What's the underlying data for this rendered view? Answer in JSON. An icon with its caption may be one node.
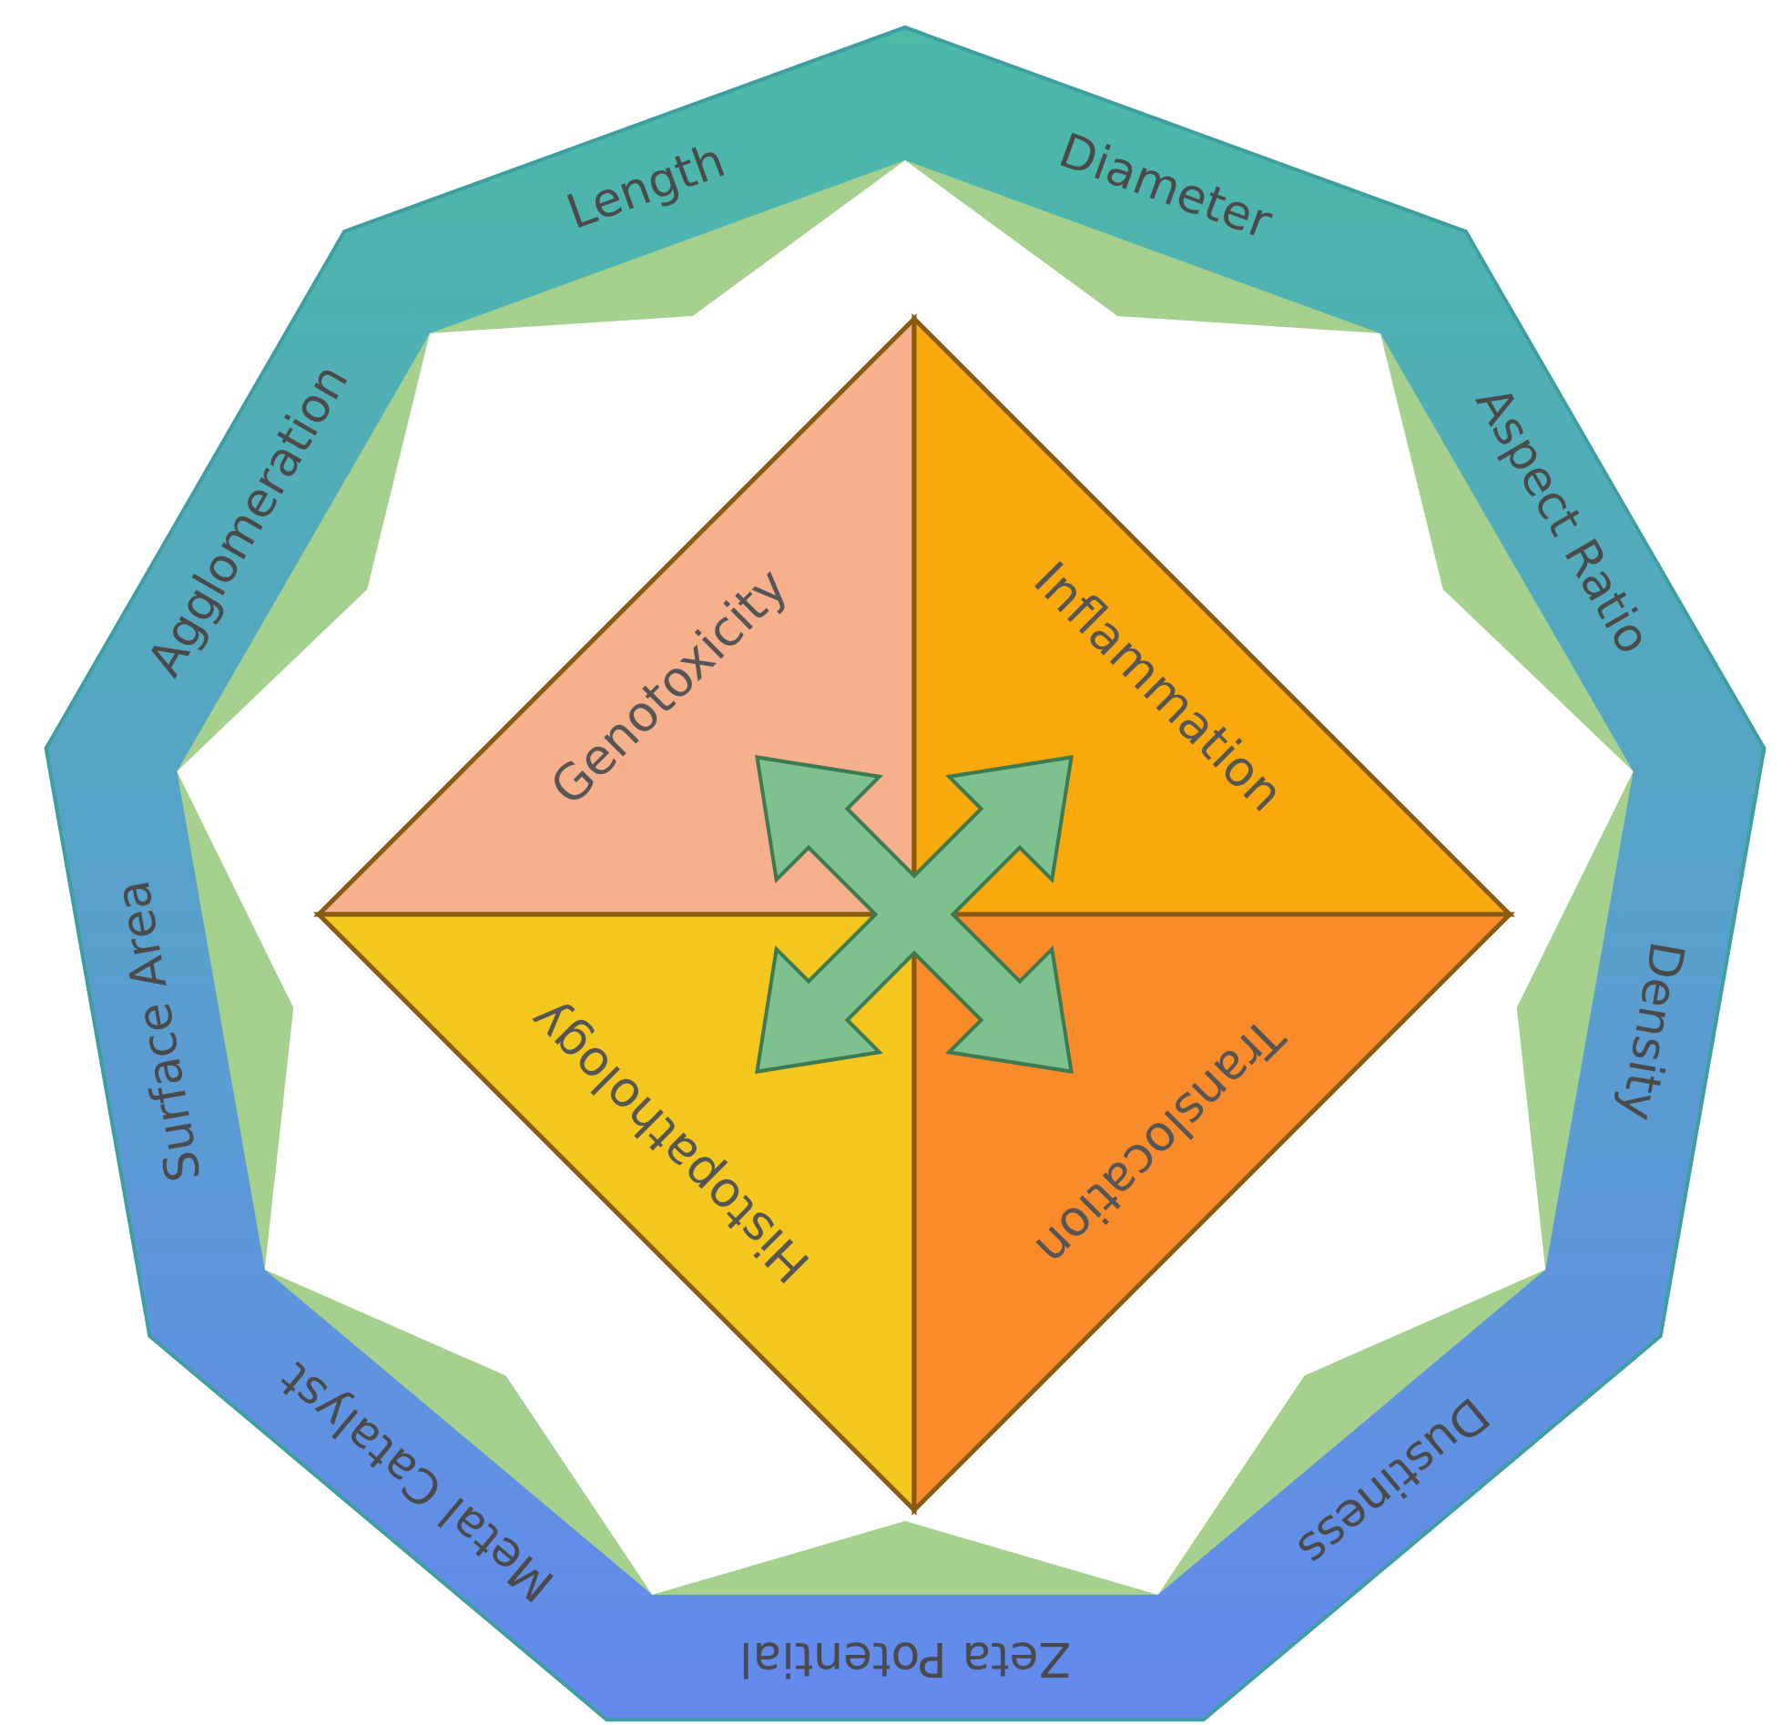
{
  "diagram": {
    "nodes": [
      {
        "text": [
          "Length"
        ]
      },
      {
        "text": [
          "Diameter"
        ]
      },
      {
        "text": [
          "Aspect Ratio"
        ]
      },
      {
        "text": [
          "Density"
        ]
      },
      {
        "text": [
          "Dustiness"
        ]
      },
      {
        "text": [
          "Zeta Potential"
        ]
      },
      {
        "text": [
          "Metal Catalyst"
        ]
      },
      {
        "text": [
          "Surface Area"
        ]
      },
      {
        "text": [
          "Agglomeration"
        ]
      },
      {
        "text": [
          "Genotoxicity"
        ]
      },
      {
        "text": [
          "Inflammation"
        ]
      },
      {
        "text": [
          "Histopathology"
        ]
      },
      {
        "text": [
          "Translocation"
        ]
      }
    ]
  }
}
